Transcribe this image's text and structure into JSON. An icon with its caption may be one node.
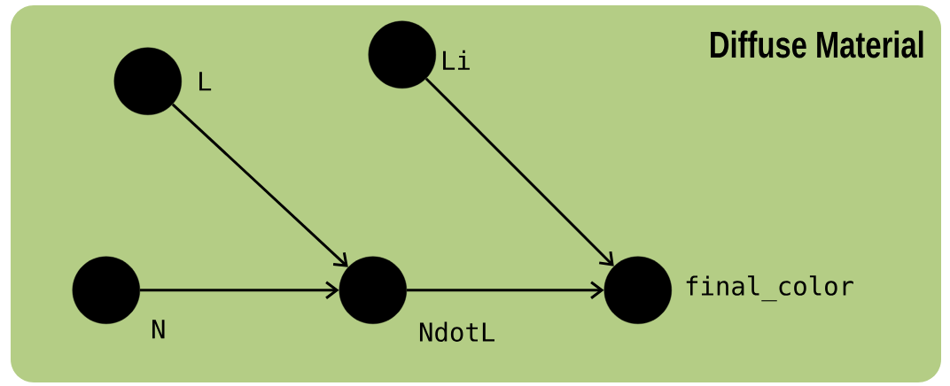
{
  "diagram": {
    "nodes": [
      {
        "text": [
          "Diffuse Material"
        ]
      },
      {
        "text": [],
        "shape": "circle",
        "beside": [
          "L"
        ],
        "in": 0
      },
      {
        "text": [],
        "shape": "circle",
        "beside": [
          "Li"
        ],
        "in": 0
      },
      {
        "text": [],
        "shape": "circle",
        "beside": [
          "N"
        ],
        "in": 0
      },
      {
        "text": [],
        "shape": "circle",
        "beside": [
          "NdotL"
        ],
        "in": 0
      },
      {
        "text": [],
        "shape": "circle",
        "beside": [
          "final_color"
        ],
        "in": 0
      }
    ],
    "edges": [
      {
        "from": 1,
        "to": 4,
        "arrow": "to"
      },
      {
        "from": 2,
        "to": 5,
        "arrow": "to"
      },
      {
        "from": 3,
        "to": 4,
        "arrow": "to"
      },
      {
        "from": 4,
        "to": 5,
        "arrow": "to"
      }
    ]
  }
}
